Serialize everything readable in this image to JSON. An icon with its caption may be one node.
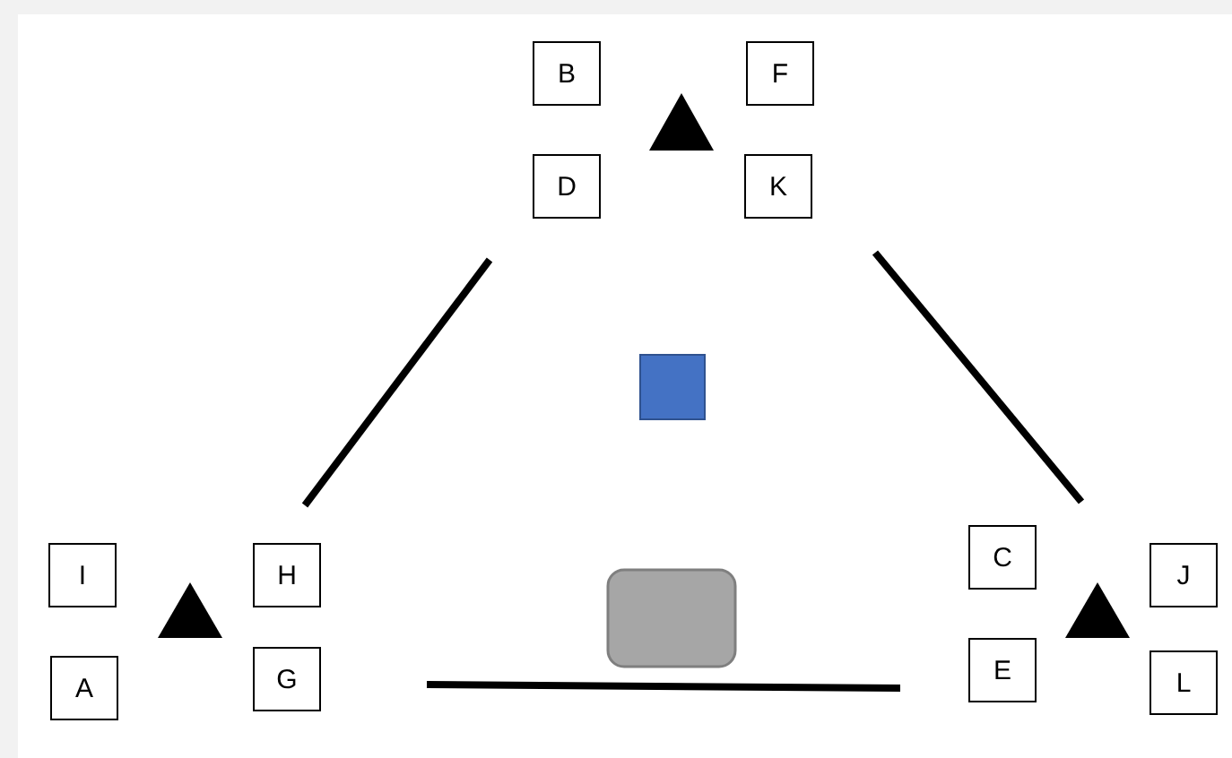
{
  "diagram": {
    "nodes": [
      {
        "text": [
          "B"
        ]
      },
      {
        "text": [
          "F"
        ]
      },
      {
        "text": [
          "D"
        ]
      },
      {
        "text": [
          "K"
        ]
      },
      {
        "text": [
          "I"
        ]
      },
      {
        "text": [
          "H"
        ]
      },
      {
        "text": [
          "C"
        ]
      },
      {
        "text": [
          "J"
        ]
      },
      {
        "text": [
          "A"
        ]
      },
      {
        "text": [
          "G"
        ]
      },
      {
        "text": [
          "E"
        ]
      },
      {
        "text": [
          "L"
        ]
      }
    ],
    "edges": []
  }
}
